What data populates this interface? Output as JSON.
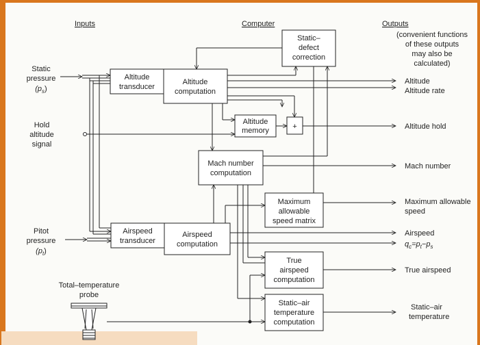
{
  "headers": {
    "inputs": "Inputs",
    "computer": "Computer",
    "outputs": "Outputs"
  },
  "outputs_note": [
    "(convenient functions",
    "of these outputs",
    "may also be",
    "calculated)"
  ],
  "inputs": {
    "static_pressure": [
      "Static",
      "pressure",
      "(p",
      "s",
      ")"
    ],
    "hold_altitude": [
      "Hold",
      "altitude",
      "signal"
    ],
    "pitot_pressure": [
      "Pitot",
      "pressure",
      "(p",
      "t",
      ")"
    ],
    "total_temperature_probe": [
      "Total–temperature",
      "probe"
    ]
  },
  "blocks": {
    "static_defect": [
      "Static–",
      "defect",
      "correction"
    ],
    "altitude_transducer": [
      "Altitude",
      "transducer"
    ],
    "altitude_computation": [
      "Altitude",
      "computation"
    ],
    "altitude_memory": [
      "Altitude",
      "memory"
    ],
    "summer": "+",
    "mach_computation": [
      "Mach number",
      "computation"
    ],
    "max_allowable_matrix": [
      "Maximum",
      "allowable",
      "speed matrix"
    ],
    "airspeed_transducer": [
      "Airspeed",
      "transducer"
    ],
    "airspeed_computation": [
      "Airspeed",
      "computation"
    ],
    "true_airspeed": [
      "True",
      "airspeed",
      "computation"
    ],
    "static_air_temp": [
      "Static–air",
      "temperature",
      "computation"
    ]
  },
  "outputs": {
    "altitude": "Altitude",
    "altitude_rate": "Altitude rate",
    "altitude_hold": "Altitude hold",
    "mach_number": "Mach number",
    "max_allowable_speed": [
      "Maximum allowable",
      "speed"
    ],
    "airspeed": "Airspeed",
    "qc": [
      "q",
      "c",
      "=p",
      "t",
      "−p",
      "s"
    ],
    "true_airspeed": "True airspeed",
    "static_air_temperature": [
      "Static–air",
      "temperature"
    ]
  },
  "colors": {
    "frame": "#d9771e",
    "paper": "#fbfbf8",
    "ink": "#222222"
  }
}
